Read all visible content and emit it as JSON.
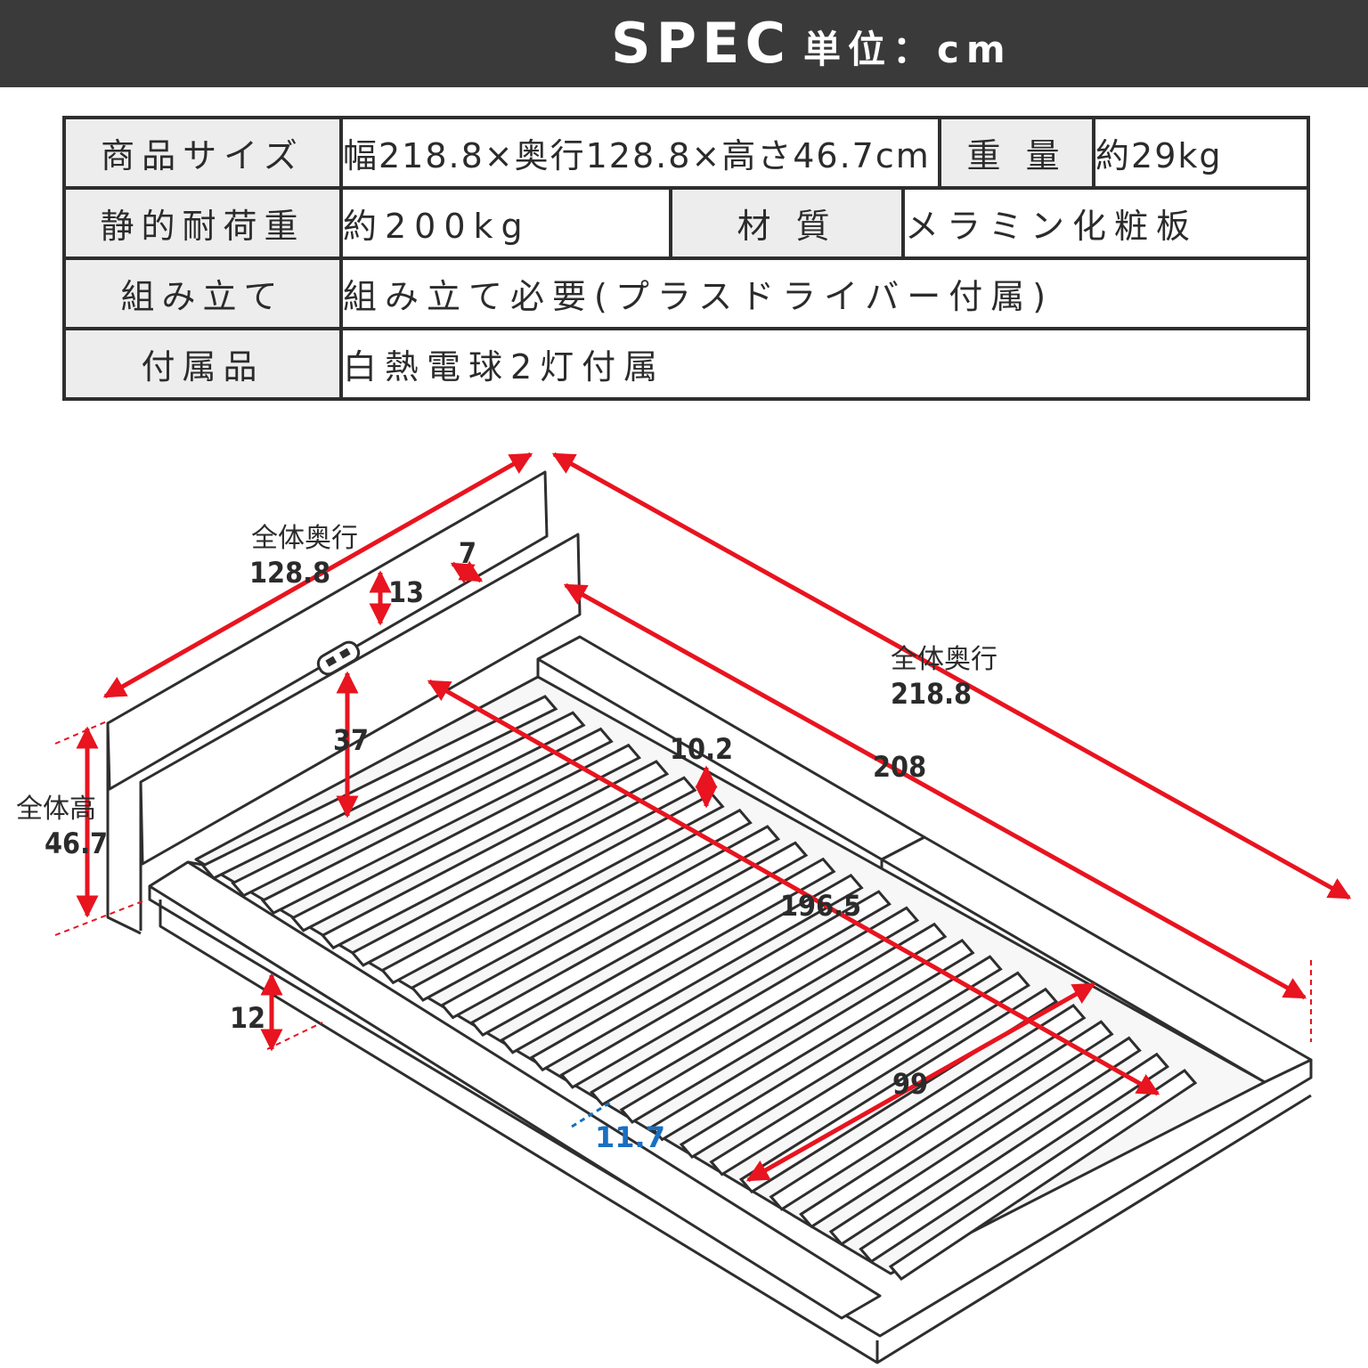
{
  "header": {
    "title": "SPEC",
    "unit": "単位：cm"
  },
  "spec_table": {
    "row1": {
      "label_size": "商品サイズ",
      "size": "幅218.8×奥行128.8×高さ46.7cm",
      "label_weight": "重 量",
      "weight": "約29kg"
    },
    "row2": {
      "label_load": "静的耐荷重",
      "load": "約200kg",
      "label_material": "材 質",
      "material": "メラミン化粧板"
    },
    "row3": {
      "label_assembly": "組み立て",
      "assembly": "組み立て必要(プラスドライバー付属)"
    },
    "row4": {
      "label_accessories": "付属品",
      "accessories": "白熱電球2灯付属"
    }
  },
  "diagram": {
    "depth_label": "全体奥行",
    "depth_value": "128.8",
    "length_label": "全体奥行",
    "length_value": "218.8",
    "height_label": "全体高",
    "height_value": "46.7",
    "dim_7": "7",
    "dim_13": "13",
    "dim_37": "37",
    "dim_10_2": "10.2",
    "dim_208": "208",
    "dim_196_5": "196.5",
    "dim_99": "99",
    "dim_12": "12",
    "dim_11_7": "11.7",
    "colors": {
      "dimension_line": "#e8141f",
      "blue_dimension": "#1a6fc0",
      "outline": "#2e2e2e"
    }
  }
}
